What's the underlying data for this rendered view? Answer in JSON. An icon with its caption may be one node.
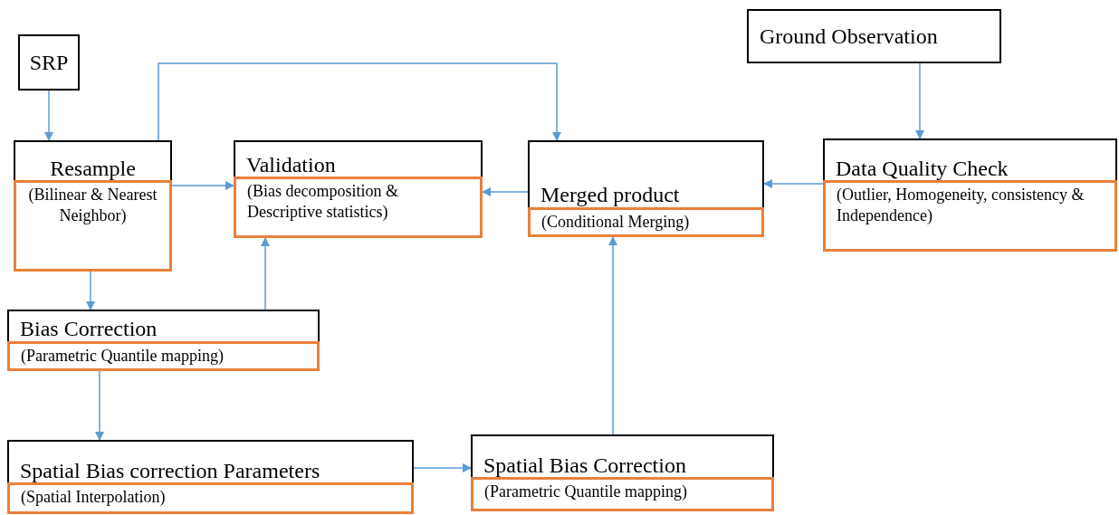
{
  "diagram": {
    "nodes": [
      {
        "text": [
          "SRP"
        ]
      },
      {
        "text": [
          "Resample",
          "(Bilinear & Nearest Neighbor)"
        ]
      },
      {
        "text": [
          "Validation",
          "(Bias decomposition & Descriptive statistics)"
        ]
      },
      {
        "text": [
          "Merged product",
          "(Conditional Merging)"
        ]
      },
      {
        "text": [
          "Ground Observation"
        ]
      },
      {
        "text": [
          "Data Quality Check",
          "(Outlier, Homogeneity, consistency & Independence)"
        ]
      },
      {
        "text": [
          "Bias Correction",
          "(Parametric Quantile mapping)"
        ]
      },
      {
        "text": [
          "Spatial Bias correction Parameters",
          "(Spatial Interpolation)"
        ]
      },
      {
        "text": [
          "Spatial Bias Correction",
          "(Parametric Quantile mapping)"
        ]
      }
    ],
    "edges": [
      {
        "from": 0,
        "to": 1,
        "arrow": "to"
      },
      {
        "from": 1,
        "to": 2,
        "arrow": "to"
      },
      {
        "from": 1,
        "to": 3,
        "arrow": "to"
      },
      {
        "from": 3,
        "to": 2,
        "arrow": "to"
      },
      {
        "from": 4,
        "to": 5,
        "arrow": "to"
      },
      {
        "from": 5,
        "to": 3,
        "arrow": "to"
      },
      {
        "from": 1,
        "to": 6,
        "arrow": "to"
      },
      {
        "from": 6,
        "to": 2,
        "arrow": "to"
      },
      {
        "from": 6,
        "to": 7,
        "arrow": "to"
      },
      {
        "from": 7,
        "to": 8,
        "arrow": "to"
      },
      {
        "from": 8,
        "to": 3,
        "arrow": "to"
      }
    ]
  }
}
